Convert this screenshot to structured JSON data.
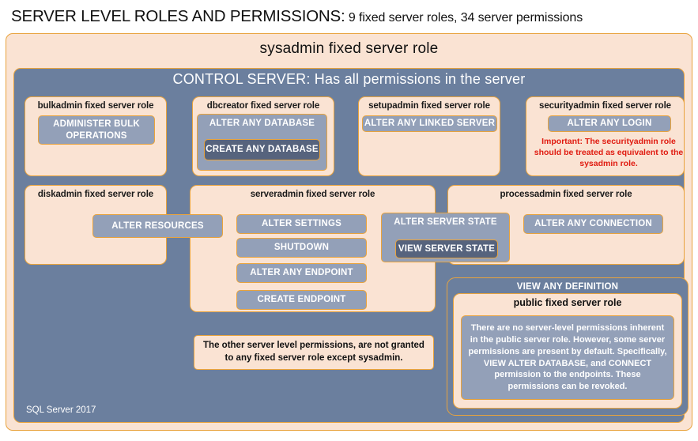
{
  "title": {
    "strong": "SERVER LEVEL ROLES AND PERMISSIONS:",
    "rest": " 9 fixed server roles, 34 server permissions"
  },
  "colors": {
    "peach_fill": "#FAE3D3",
    "gold_border": "#E8A33D",
    "slate_blue": "#6B7F9E",
    "permission_fill": "#93A0B8",
    "permission_fill_dark": "#56637D",
    "alert_red": "#E01B10",
    "white": "#FFFFFF"
  },
  "sysadmin": {
    "label": "sysadmin fixed server role"
  },
  "control_server": {
    "label": "CONTROL SERVER: Has all permissions in the server"
  },
  "roles": {
    "bulkadmin": {
      "title": "bulkadmin fixed server role",
      "permissions": [
        "ADMINISTER  BULK OPERATIONS"
      ]
    },
    "dbcreator": {
      "title": "dbcreator fixed server role",
      "permissions": [
        "ALTER ANY DATABASE",
        "CREATE  ANY DATABASE"
      ]
    },
    "setupadmin": {
      "title": "setupadmin fixed server role",
      "permissions": [
        "ALTER ANY LINKED SERVER"
      ]
    },
    "securityadmin": {
      "title": "securityadmin fixed server role",
      "permissions": [
        "ALTER ANY LOGIN"
      ],
      "note": "Important:  The securityadmin role should  be treated  as equivalent to the  sysadmin role."
    },
    "diskadmin": {
      "title": "diskadmin fixed server role",
      "permissions": [
        "ALTER RESOURCES"
      ]
    },
    "serveradmin": {
      "title": "serveradmin fixed server role",
      "permissions": [
        "ALTER SETTINGS",
        "SHUTDOWN",
        "ALTER ANY ENDPOINT",
        "CREATE  ENDPOINT",
        "ALTER SERVER  STATE",
        "VIEW SERVER  STATE"
      ]
    },
    "processadmin": {
      "title": "processadmin fixed server role",
      "permissions": [
        "ALTER ANY CONNECTION"
      ]
    },
    "public": {
      "outer_permission": "VIEW ANY DEFINITION",
      "title": "public  fixed server role",
      "description": "There are no server-level permissions inherent in the public server role. However, some server permissions are present by default. Specifically, VIEW ALTER DATABASE, and CONNECT permission to the endpoints. These permissions can be revoked."
    }
  },
  "notes": {
    "other_permissions": "The other server level permissions,  are not granted to any fixed server role except sysadmin."
  },
  "footer": {
    "label": "SQL Server 2017"
  }
}
